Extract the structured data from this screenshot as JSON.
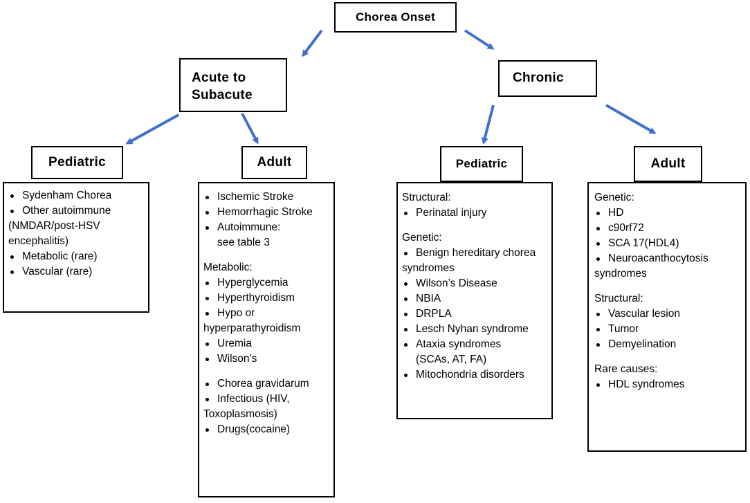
{
  "root": {
    "label": "Chorea Onset"
  },
  "acute": {
    "label_line1": "Acute to",
    "label_line2": "Subacute",
    "pediatric": {
      "label": "Pediatric",
      "items": [
        "Sydenham Chorea",
        "Other autoimmune",
        "(NMDAR/post-HSV",
        "encephalitis)",
        "Metabolic (rare)",
        "Vascular (rare)"
      ]
    },
    "adult": {
      "label": "Adult",
      "items": [
        "Ischemic Stroke",
        "Hemorrhagic Stroke",
        "Autoimmune:",
        "see table 3"
      ],
      "metabolic_heading": "Metabolic:",
      "metabolic_items": [
        "Hyperglycemia",
        "Hyperthyroidism",
        "Hypo or",
        "hyperparathyroidism",
        "Uremia",
        "Wilson’s"
      ],
      "other_items": [
        "Chorea gravidarum",
        "Infectious (HIV,",
        "Toxoplasmosis)",
        "Drugs(cocaine)"
      ]
    }
  },
  "chronic": {
    "label": "Chronic",
    "pediatric": {
      "label": "Pediatric",
      "structural_heading": "Structural:",
      "structural_items": [
        "Perinatal injury"
      ],
      "genetic_heading": "Genetic:",
      "genetic_items": [
        "Benign hereditary chorea",
        "syndromes",
        "Wilson’s Disease",
        "NBIA",
        "DRPLA",
        "Lesch Nyhan syndrome",
        "Ataxia syndromes",
        "(SCAs, AT, FA)",
        "Mitochondria disorders"
      ]
    },
    "adult": {
      "label": "Adult",
      "genetic_heading": "Genetic:",
      "genetic_items": [
        "HD",
        "c90rf72",
        "SCA 17(HDL4)",
        "Neuroacanthocytosis",
        "syndromes"
      ],
      "structural_heading": "Structural:",
      "structural_items": [
        "Vascular lesion",
        "Tumor",
        "Demyelination"
      ],
      "rare_heading": "Rare causes:",
      "rare_items": [
        "HDL syndromes"
      ]
    }
  },
  "colors": {
    "arrow": "#3f6fcf",
    "border": "#000000"
  }
}
